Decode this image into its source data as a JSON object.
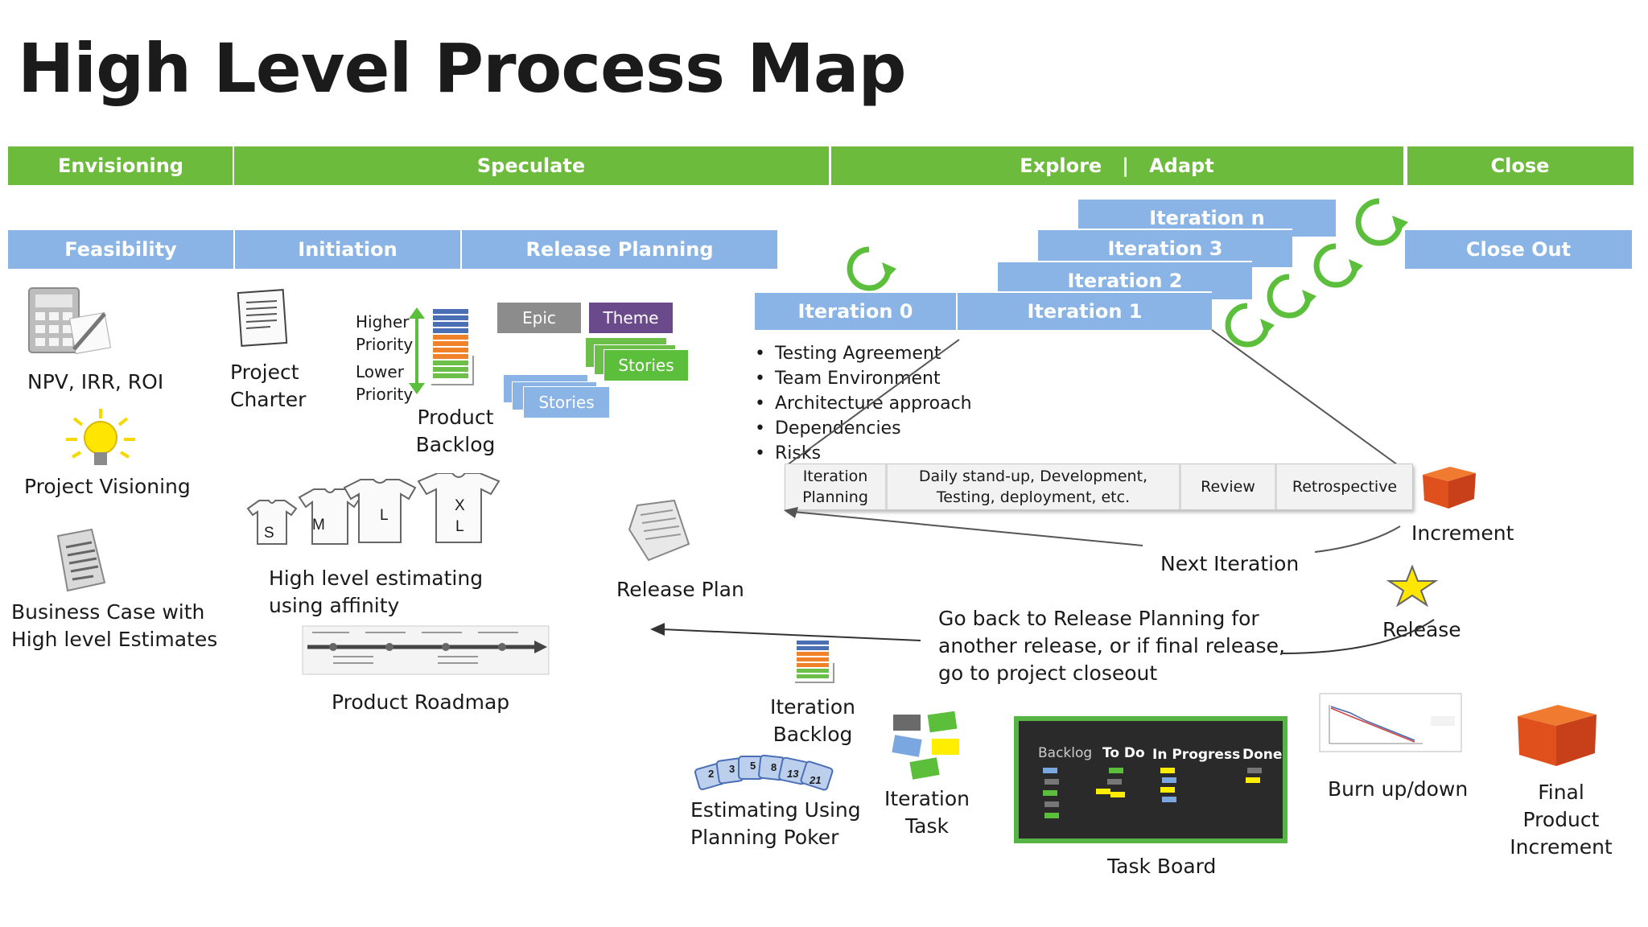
{
  "title": "High Level Process Map",
  "phases": {
    "envisioning": "Envisioning",
    "speculate": "Speculate",
    "explore_adapt": "Explore   |   Adapt",
    "close": "Close"
  },
  "subphases": {
    "feasibility": "Feasibility",
    "initiation": "Initiation",
    "release_planning": "Release Planning",
    "close_out": "Close  Out"
  },
  "iterations": {
    "iteration_0": "Iteration 0",
    "iteration_1": "Iteration 1",
    "iteration_2": "Iteration  2",
    "iteration_3": "Iteration  3",
    "iteration_n": "Iteration  n"
  },
  "feasibility_items": {
    "npv": "NPV, IRR, ROI",
    "visioning": "Project Visioning",
    "business_case_1": "Business Case with",
    "business_case_2": "High level Estimates"
  },
  "initiation_items": {
    "charter_1": "Project",
    "charter_2": "Charter",
    "higher_1": "Higher",
    "higher_2": "Priority",
    "lower_1": "Lower",
    "lower_2": "Priority",
    "backlog_1": "Product",
    "backlog_2": "Backlog",
    "shirt_s": "S",
    "shirt_m": "M",
    "shirt_l": "L",
    "shirt_x": "X",
    "shirt_xl": "L",
    "affinity_1": "High level estimating",
    "affinity_2": "using affinity",
    "roadmap": "Product Roadmap"
  },
  "release_items": {
    "epic": "Epic",
    "theme": "Theme",
    "stories_green": "Stories",
    "stories_blue": "Stories",
    "release_plan": "Release Plan"
  },
  "iteration0_bullets": [
    "Testing Agreement",
    "Team Environment",
    "Architecture approach",
    "Dependencies",
    "Risks"
  ],
  "cycle": {
    "planning": "Iteration\nPlanning",
    "daily": "Daily stand-up, Development,\nTesting, deployment, etc.",
    "review": "Review",
    "retro": "Retrospective"
  },
  "outputs": {
    "increment": "Increment",
    "next_iteration": "Next Iteration",
    "release": "Release",
    "go_back_1": "Go back to Release Planning for",
    "go_back_2": "another release, or if  final release,",
    "go_back_3": "go to project closeout",
    "iteration_backlog_1": "Iteration",
    "iteration_backlog_2": "Backlog",
    "poker_1": "Estimating Using",
    "poker_2": "Planning Poker",
    "iteration_task_1": "Iteration",
    "iteration_task_2": "Task",
    "task_board": "Task Board",
    "burn": "Burn up/down",
    "final_1": "Final",
    "final_2": "Product",
    "final_3": "Increment"
  },
  "task_board_columns": [
    "Backlog",
    "To Do",
    "In Progress",
    "Done"
  ],
  "poker_cards": [
    "2",
    "3",
    "5",
    "8",
    "13",
    "21"
  ],
  "colors": {
    "phase_green": "#6cbb3c",
    "sub_blue": "#8ab4e6",
    "epic_gray": "#8c8c8c",
    "theme_purple": "#6b4a8c",
    "stories_green": "#5cbf3c",
    "stories_blue": "#8ab4e6",
    "box_orange": "#e0501c"
  }
}
